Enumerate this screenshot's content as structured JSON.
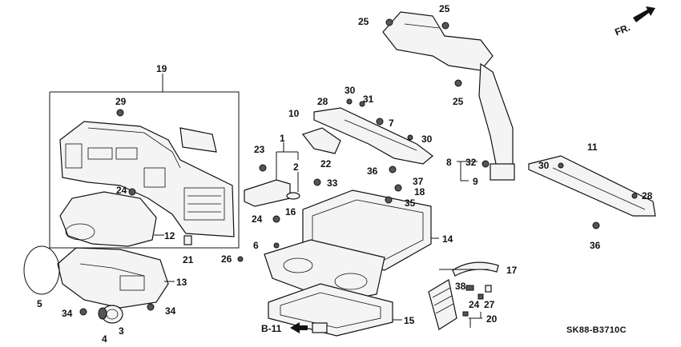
{
  "diagram": {
    "code": "SK88-B3710C",
    "direction_label": "FR.",
    "ref_label": "B-11",
    "callouts": [
      {
        "id": "c1",
        "text": "1"
      },
      {
        "id": "c2",
        "text": "2"
      },
      {
        "id": "c3",
        "text": "3"
      },
      {
        "id": "c4",
        "text": "4"
      },
      {
        "id": "c5",
        "text": "5"
      },
      {
        "id": "c6",
        "text": "6"
      },
      {
        "id": "c7",
        "text": "7"
      },
      {
        "id": "c8",
        "text": "8"
      },
      {
        "id": "c9",
        "text": "9"
      },
      {
        "id": "c10",
        "text": "10"
      },
      {
        "id": "c11",
        "text": "11"
      },
      {
        "id": "c12",
        "text": "12"
      },
      {
        "id": "c13",
        "text": "13"
      },
      {
        "id": "c14",
        "text": "14"
      },
      {
        "id": "c15",
        "text": "15"
      },
      {
        "id": "c16",
        "text": "16"
      },
      {
        "id": "c17",
        "text": "17"
      },
      {
        "id": "c18",
        "text": "18"
      },
      {
        "id": "c19",
        "text": "19"
      },
      {
        "id": "c20",
        "text": "20"
      },
      {
        "id": "c21",
        "text": "21"
      },
      {
        "id": "c22",
        "text": "22"
      },
      {
        "id": "c23",
        "text": "23"
      },
      {
        "id": "c24a",
        "text": "24"
      },
      {
        "id": "c24b",
        "text": "24"
      },
      {
        "id": "c24c",
        "text": "24"
      },
      {
        "id": "c25a",
        "text": "25"
      },
      {
        "id": "c25b",
        "text": "25"
      },
      {
        "id": "c25c",
        "text": "25"
      },
      {
        "id": "c26",
        "text": "26"
      },
      {
        "id": "c27",
        "text": "27"
      },
      {
        "id": "c28a",
        "text": "28"
      },
      {
        "id": "c28b",
        "text": "28"
      },
      {
        "id": "c29",
        "text": "29"
      },
      {
        "id": "c30a",
        "text": "30"
      },
      {
        "id": "c30b",
        "text": "30"
      },
      {
        "id": "c30c",
        "text": "30"
      },
      {
        "id": "c31",
        "text": "31"
      },
      {
        "id": "c32",
        "text": "32"
      },
      {
        "id": "c33",
        "text": "33"
      },
      {
        "id": "c34a",
        "text": "34"
      },
      {
        "id": "c34b",
        "text": "34"
      },
      {
        "id": "c35",
        "text": "35"
      },
      {
        "id": "c36a",
        "text": "36"
      },
      {
        "id": "c36b",
        "text": "36"
      },
      {
        "id": "c37",
        "text": "37"
      },
      {
        "id": "c38",
        "text": "38"
      }
    ]
  }
}
